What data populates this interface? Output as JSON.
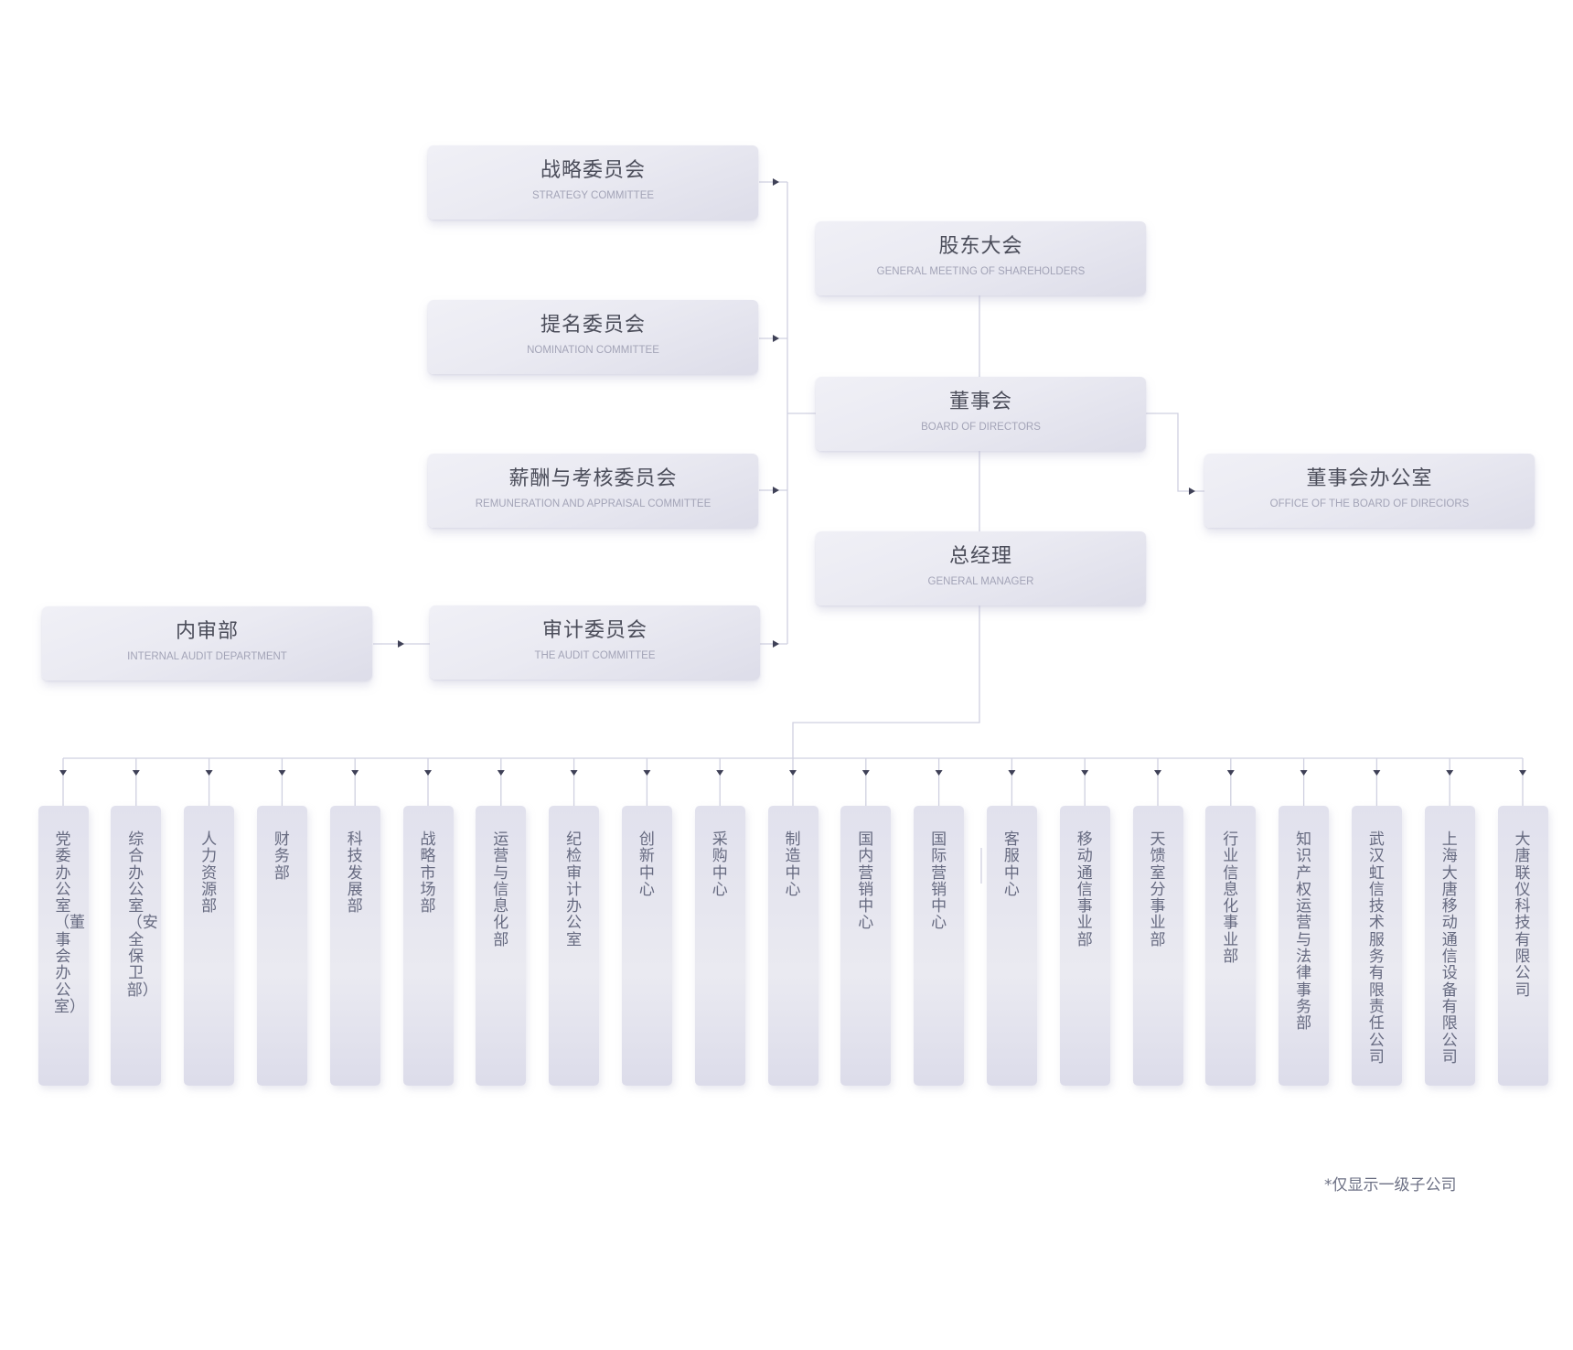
{
  "nodes": {
    "strategy": {
      "zh": "战略委员会",
      "en": "STRATEGY COMMITTEE"
    },
    "nomination": {
      "zh": "提名委员会",
      "en": "NOMINATION COMMITTEE"
    },
    "remuneration": {
      "zh": "薪酬与考核委员会",
      "en": "REMUNERATION AND APPRAISAL COMMITTEE"
    },
    "audit_committee": {
      "zh": "审计委员会",
      "en": "THE AUDIT COMMITTEE"
    },
    "internal_audit": {
      "zh": "内审部",
      "en": "INTERNAL AUDIT DEPARTMENT"
    },
    "shareholders": {
      "zh": "股东大会",
      "en": "GENERAL MEETING OF SHAREHOLDERS"
    },
    "board": {
      "zh": "董事会",
      "en": "BOARD OF DIRECTORS"
    },
    "general_manager": {
      "zh": "总经理",
      "en": "GENERAL MANAGER"
    },
    "board_office": {
      "zh": "董事会办公室",
      "en": "OFFICE OF THE BOARD OF DIRECIORS"
    }
  },
  "departments": [
    "党委办公室（董事会办公室）",
    "综合办公室（安全保卫部）",
    "人力资源部",
    "财务部",
    "科技发展部",
    "战略市场部",
    "运营与信息化部",
    "纪检审计办公室",
    "创新中心",
    "采购中心",
    "制造中心",
    "国内营销中心",
    "国际营销中心",
    "客服中心",
    "移动通信事业部",
    "天馈室分事业部",
    "行业信息化事业部",
    "知识产权运营与法律事务部",
    "武汉虹信技术服务有限责任公司",
    "上海大唐移动通信设备有限公司",
    "大唐联仪科技有限公司"
  ],
  "footnote": "*仅显示一级子公司",
  "colors": {
    "line": "#cfd0e0",
    "arrow": "#3f4157",
    "node_text": "#4b4d5a",
    "node_subtext": "#a3a4b7"
  }
}
